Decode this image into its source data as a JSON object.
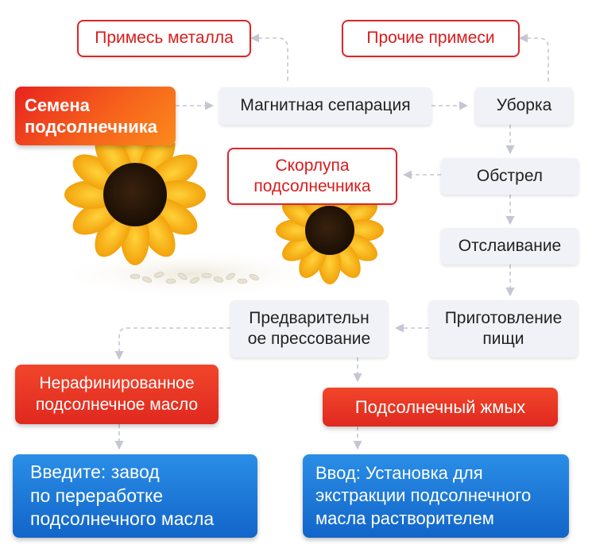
{
  "nodes": {
    "metal_impurity": "Примесь металла",
    "other_impurities": "Прочие примеси",
    "sunflower_seeds": "Семена\nподсолнечника",
    "magnetic_separation": "Магнитная сепарация",
    "harvesting": "Уборка",
    "sunflower_husk": "Скорлупа\nподсолнечника",
    "shelling": "Обстрел",
    "flaking": "Отслаивание",
    "cooking": "Приготовление\nпищи",
    "pre_pressing": "Предварительн\nое прессование",
    "crude_oil": "Нерафинированное\nподсолнечное масло",
    "sunflower_cake": "Подсолнечный жмых",
    "input_plant": "Введите: завод\nпо переработке\nподсолнечного масла",
    "input_extraction": "Ввод: Установка для\nэкстракции подсолнечного\nмасла растворителем"
  },
  "colors": {
    "red": "#d9272b",
    "blue": "#1a73d4",
    "arrow": "#c4c7d1"
  }
}
